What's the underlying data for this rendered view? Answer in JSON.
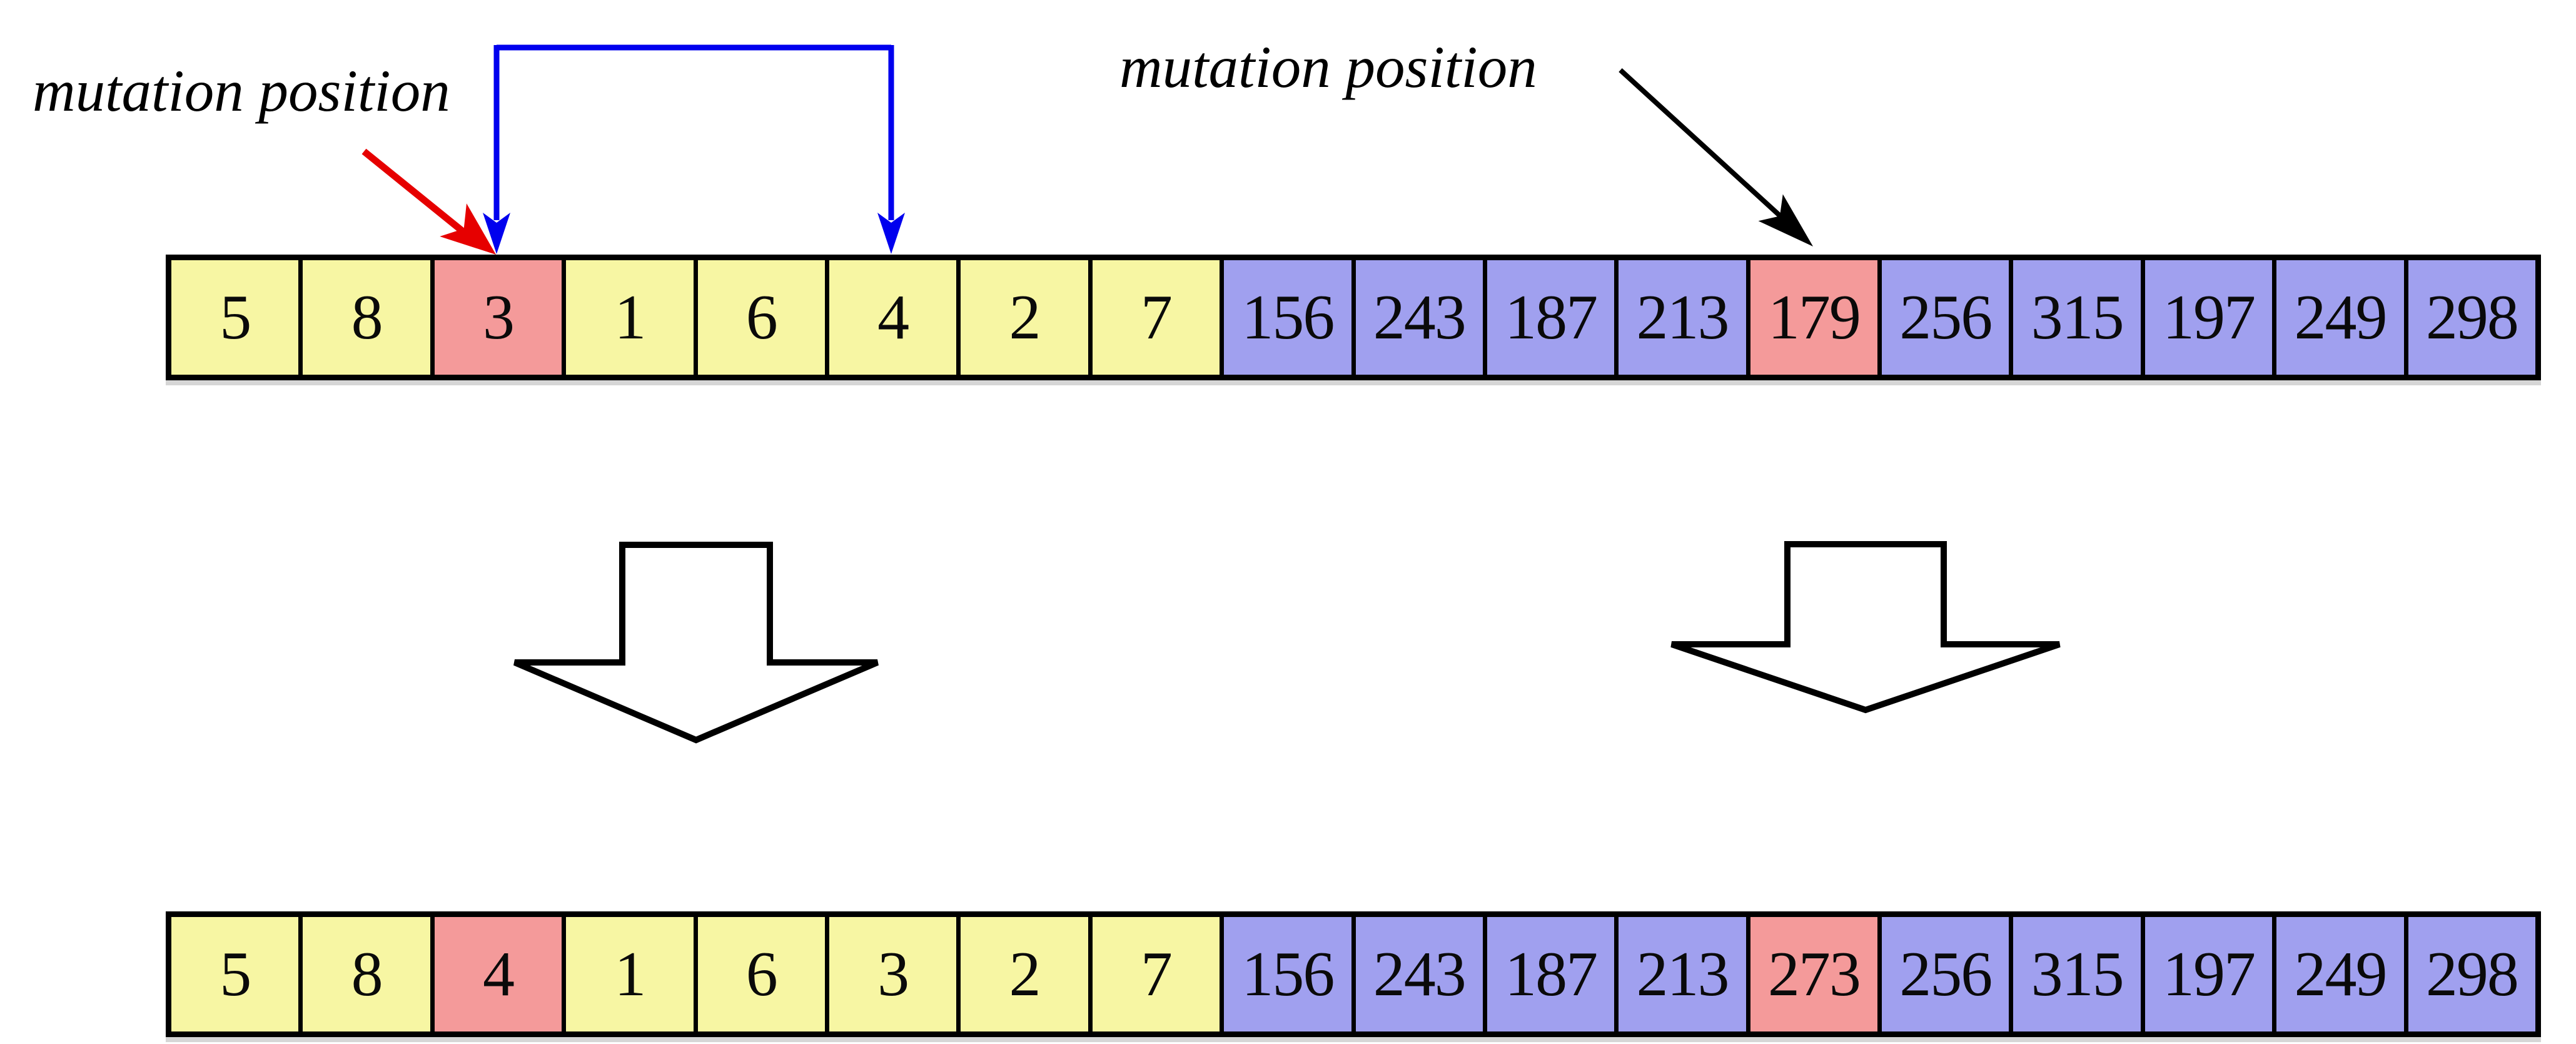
{
  "labels": {
    "left_mutation_label": "mutation position",
    "right_mutation_label": "mutation position"
  },
  "colors": {
    "yellow": "#f7f6a3",
    "purple": "#a0a0ef",
    "pink": "#f49a9a",
    "blue": "#0000ee",
    "red": "#e60000",
    "black": "#000000",
    "white": "#ffffff",
    "shadow": "#d6d6d6"
  },
  "icons": {
    "swap_bracket": "blue-swap-bracket-arrow",
    "red_pointer": "red-pointer-arrow",
    "black_pointer": "black-pointer-arrow",
    "transform_left": "hollow-down-arrow",
    "transform_right": "hollow-down-arrow"
  },
  "rows": [
    {
      "name": "original-chromosome",
      "cells": [
        {
          "value": "5",
          "color": "yellow"
        },
        {
          "value": "8",
          "color": "yellow"
        },
        {
          "value": "3",
          "color": "pink"
        },
        {
          "value": "1",
          "color": "yellow"
        },
        {
          "value": "6",
          "color": "yellow"
        },
        {
          "value": "4",
          "color": "yellow"
        },
        {
          "value": "2",
          "color": "yellow"
        },
        {
          "value": "7",
          "color": "yellow"
        },
        {
          "value": "156",
          "color": "purple"
        },
        {
          "value": "243",
          "color": "purple"
        },
        {
          "value": "187",
          "color": "purple"
        },
        {
          "value": "213",
          "color": "purple"
        },
        {
          "value": "179",
          "color": "pink"
        },
        {
          "value": "256",
          "color": "purple"
        },
        {
          "value": "315",
          "color": "purple"
        },
        {
          "value": "197",
          "color": "purple"
        },
        {
          "value": "249",
          "color": "purple"
        },
        {
          "value": "298",
          "color": "purple"
        }
      ]
    },
    {
      "name": "mutated-chromosome",
      "cells": [
        {
          "value": "5",
          "color": "yellow"
        },
        {
          "value": "8",
          "color": "yellow"
        },
        {
          "value": "4",
          "color": "pink"
        },
        {
          "value": "1",
          "color": "yellow"
        },
        {
          "value": "6",
          "color": "yellow"
        },
        {
          "value": "3",
          "color": "yellow"
        },
        {
          "value": "2",
          "color": "yellow"
        },
        {
          "value": "7",
          "color": "yellow"
        },
        {
          "value": "156",
          "color": "purple"
        },
        {
          "value": "243",
          "color": "purple"
        },
        {
          "value": "187",
          "color": "purple"
        },
        {
          "value": "213",
          "color": "purple"
        },
        {
          "value": "273",
          "color": "pink"
        },
        {
          "value": "256",
          "color": "purple"
        },
        {
          "value": "315",
          "color": "purple"
        },
        {
          "value": "197",
          "color": "purple"
        },
        {
          "value": "249",
          "color": "purple"
        },
        {
          "value": "298",
          "color": "purple"
        }
      ]
    }
  ]
}
